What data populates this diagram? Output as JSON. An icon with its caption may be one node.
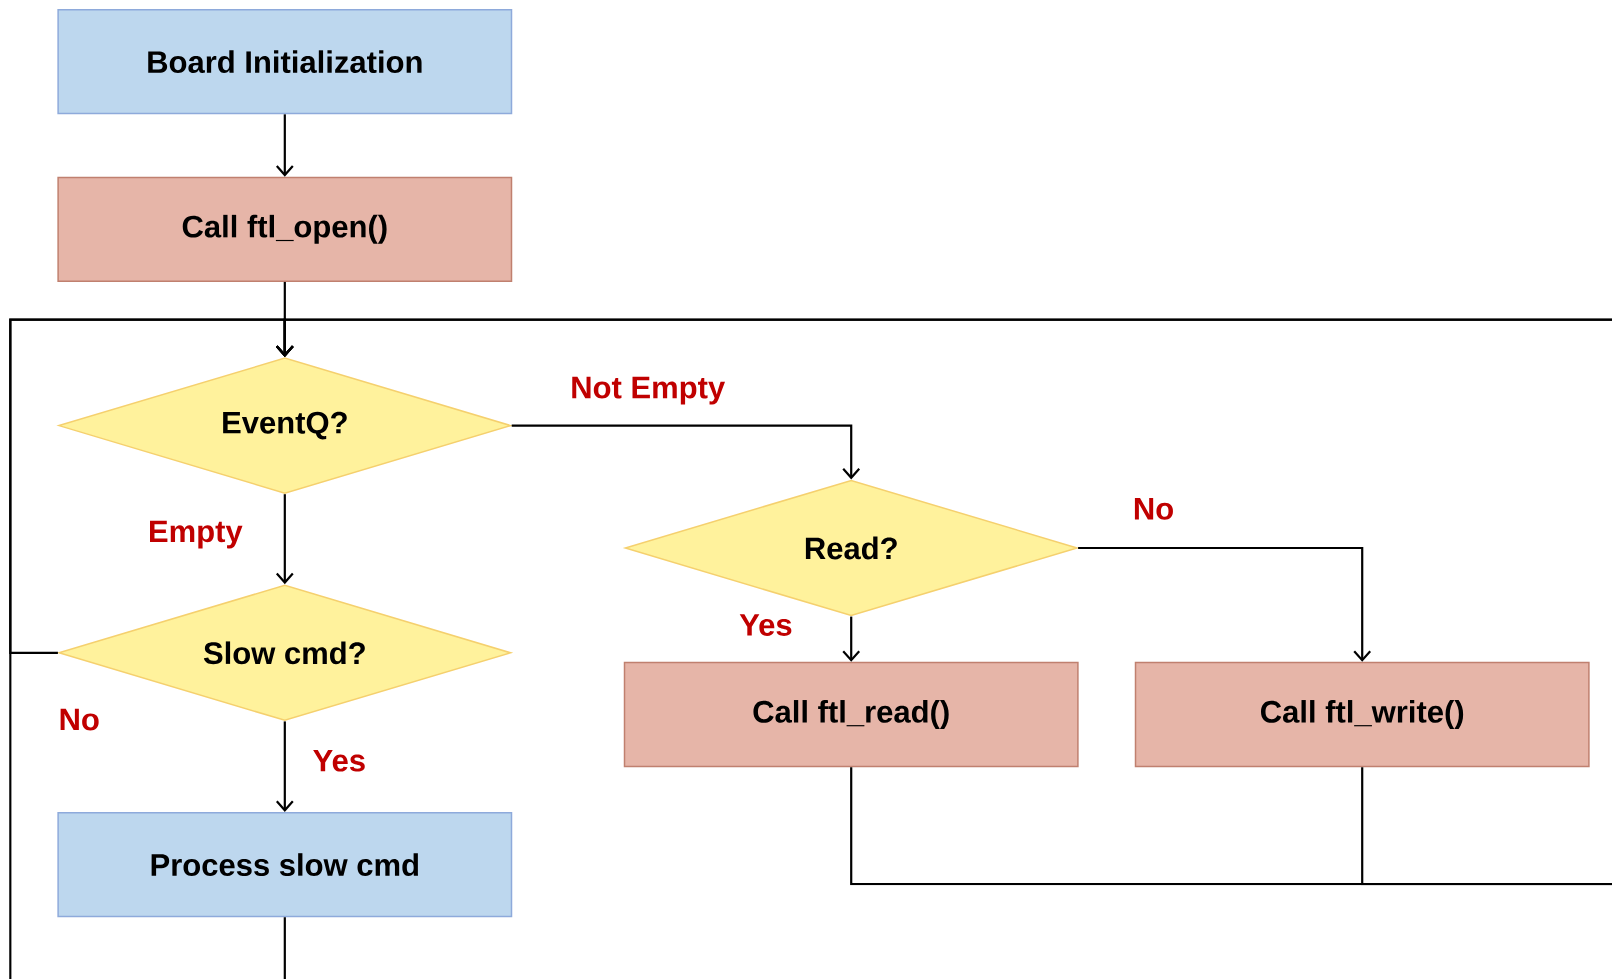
{
  "diagram": {
    "nodes": [
      {
        "text": [
          "Board Initialization"
        ]
      },
      {
        "text": [
          "Call ftl_open()"
        ]
      },
      {
        "text": [
          "EventQ?"
        ]
      },
      {
        "text": [
          "Read?"
        ]
      },
      {
        "text": [
          "Slow cmd?"
        ]
      },
      {
        "text": [
          "Call ftl_read()"
        ]
      },
      {
        "text": [
          "Call ftl_write()"
        ]
      },
      {
        "text": [
          "Process slow cmd"
        ]
      }
    ],
    "edges": [
      {
        "from": 0,
        "to": 1,
        "arrow": "to"
      },
      {
        "from": 1,
        "to": 2,
        "arrow": "to"
      },
      {
        "from": 2,
        "to": 3,
        "arrow": "to",
        "label": "Not Empty"
      },
      {
        "from": 2,
        "to": 4,
        "arrow": "to",
        "label": "Empty"
      },
      {
        "from": 3,
        "to": 5,
        "arrow": "to",
        "label": "Yes"
      },
      {
        "from": 3,
        "to": 6,
        "arrow": "to",
        "label": "No"
      },
      {
        "from": 4,
        "to": 7,
        "arrow": "to",
        "label": "Yes"
      },
      {
        "from": 4,
        "to": 2,
        "arrow": "to",
        "label": "No"
      },
      {
        "from": 7,
        "to": 2,
        "arrow": "to"
      },
      {
        "from": 5,
        "to": 2,
        "arrow": "to"
      },
      {
        "from": 6,
        "to": 2,
        "arrow": "to"
      }
    ]
  }
}
